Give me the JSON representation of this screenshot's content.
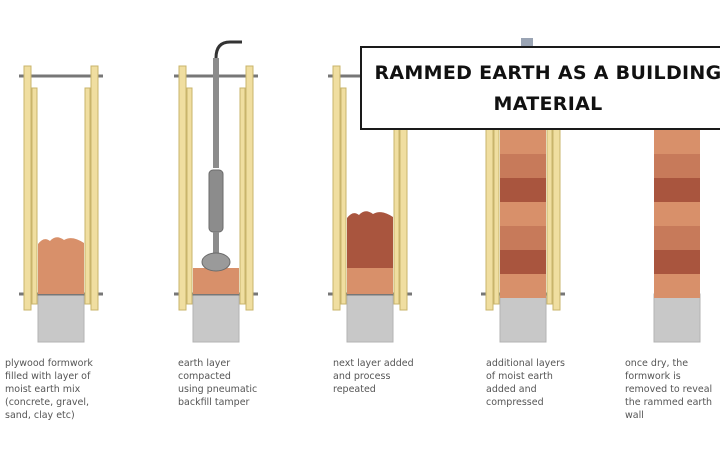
{
  "title": {
    "line1": "RAMMED EARTH AS A BUILDING",
    "line2": "MATERIAL"
  },
  "steps": [
    {
      "caption": "plywood formwork\nfilled with layer of\nmoist earth mix\n(concrete, gravel,\nsand, clay etc)"
    },
    {
      "caption": "earth layer\ncompacted\nusing pneumatic\nbackfill tamper"
    },
    {
      "caption": "next layer added\nand process\nrepeated"
    },
    {
      "caption": "additional layers\nof moist earth\nadded and\ncompressed"
    },
    {
      "caption": "once dry, the\nformwork is\nremoved to reveal\nthe rammed earth\nwall"
    }
  ],
  "colors": {
    "formwork": "#f0dea0",
    "formwork_edge": "#c9b46b",
    "rod": "#777777",
    "foundation": "#c8c8c8",
    "earth_light": "#d8906a",
    "earth_mid": "#c77a5a",
    "earth_dark": "#a9553e",
    "tamper": "#8c8c8c"
  }
}
